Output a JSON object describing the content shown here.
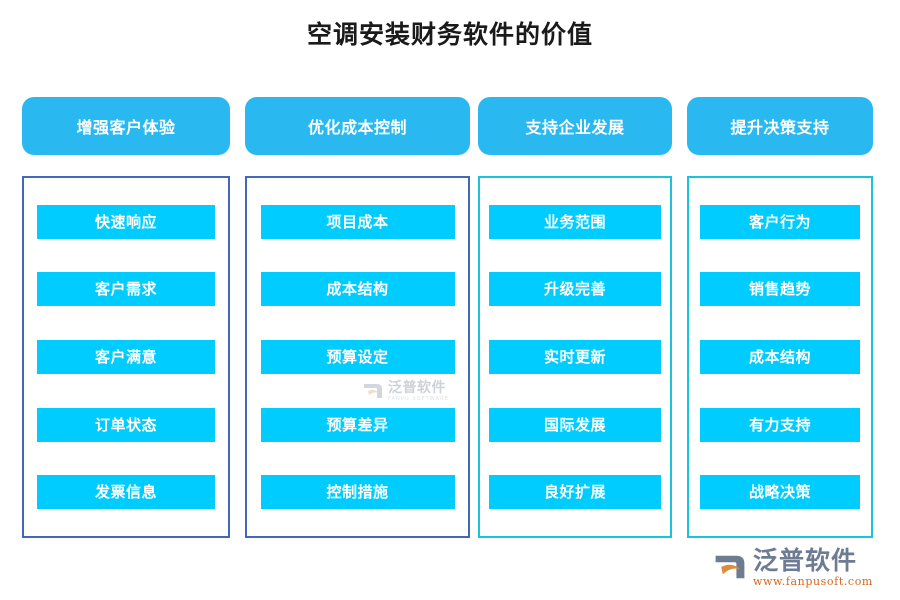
{
  "page": {
    "title": "空调安装财务软件的价值",
    "background_color": "#ffffff"
  },
  "colors": {
    "header_card": "#29b8f0",
    "item_pill": "#00ccff",
    "column_border_blue": "#4169b8",
    "column_border_cyan": "#19c4d8",
    "title_text": "#1a1a1a",
    "pill_text": "#ffffff",
    "logo_text": "#6e7c93",
    "logo_url": "#d4671f",
    "logo_accent": "#e08a3c"
  },
  "columns": [
    {
      "header": "增强客户体验",
      "border_color": "#4169b8",
      "items": [
        "快速响应",
        "客户需求",
        "客户满意",
        "订单状态",
        "发票信息"
      ]
    },
    {
      "header": "优化成本控制",
      "border_color": "#4169b8",
      "items": [
        "项目成本",
        "成本结构",
        "预算设定",
        "预算差异",
        "控制措施"
      ]
    },
    {
      "header": "支持企业发展",
      "border_color": "#19c4d8",
      "items": [
        "业务范围",
        "升级完善",
        "实时更新",
        "国际发展",
        "良好扩展"
      ]
    },
    {
      "header": "提升决策支持",
      "border_color": "#19c4d8",
      "items": [
        "客户行为",
        "销售趋势",
        "成本结构",
        "有力支持",
        "战略决策"
      ]
    }
  ],
  "watermark": {
    "name_cn": "泛普软件",
    "name_en": "FANPU SOFTWARE"
  },
  "brand": {
    "name_cn": "泛普软件",
    "url": "www.fanpusoft.com"
  }
}
